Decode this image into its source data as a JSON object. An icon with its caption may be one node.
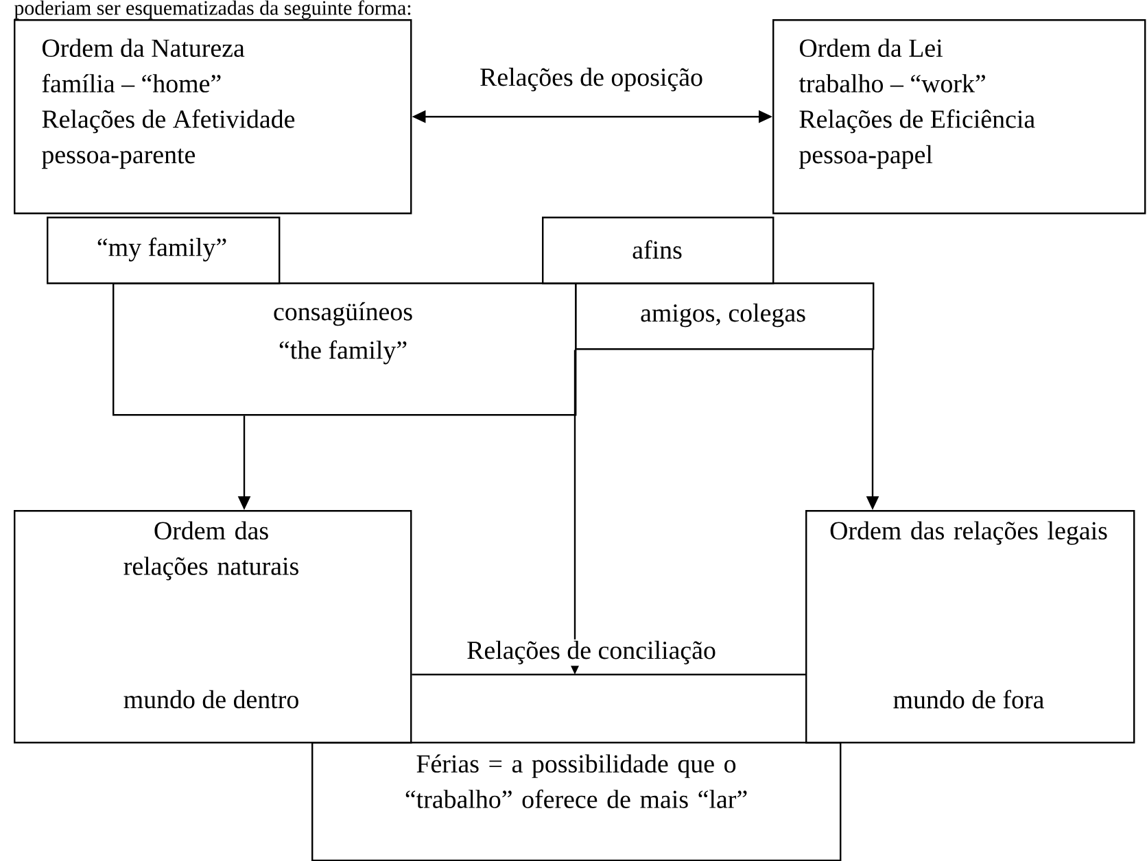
{
  "diagram": {
    "nodes": [
      {
        "text": [
          "Ordem da Natureza",
          "família – “home”",
          "Relações de Afetividade",
          "pessoa-parente"
        ]
      },
      {
        "text": [
          "Ordem da Lei",
          "trabalho – “work”",
          "Relações de Eficiência",
          "pessoa-papel"
        ]
      },
      {
        "text": [
          "“my family”"
        ]
      },
      {
        "text": [
          "afins"
        ]
      },
      {
        "text": [
          "consagüíneos",
          "“the family”"
        ]
      },
      {
        "text": [
          "amigos, colegas"
        ]
      },
      {
        "text": [
          "Ordem das relações naturais",
          "mundo de dentro"
        ]
      },
      {
        "text": [
          "Ordem das relações legais",
          "mundo de fora"
        ]
      },
      {
        "text": [
          "Férias = a possibilidade que o “trabalho” oferece de mais “lar”"
        ]
      }
    ],
    "edges": [
      {
        "from": 0,
        "to": 1,
        "arrow": "both",
        "label": "Relações de oposição"
      },
      {
        "from": 4,
        "to": 6,
        "arrow": "to"
      },
      {
        "from": 5,
        "to": 7,
        "arrow": "to"
      },
      {
        "from": 6,
        "to": 7,
        "arrow": "none",
        "label": "Relações de conciliação"
      },
      {
        "from": 5,
        "to": null,
        "arrow": "to"
      }
    ],
    "labels": [
      "poderiam ser esquematizadas da seguinte forma:"
    ]
  }
}
